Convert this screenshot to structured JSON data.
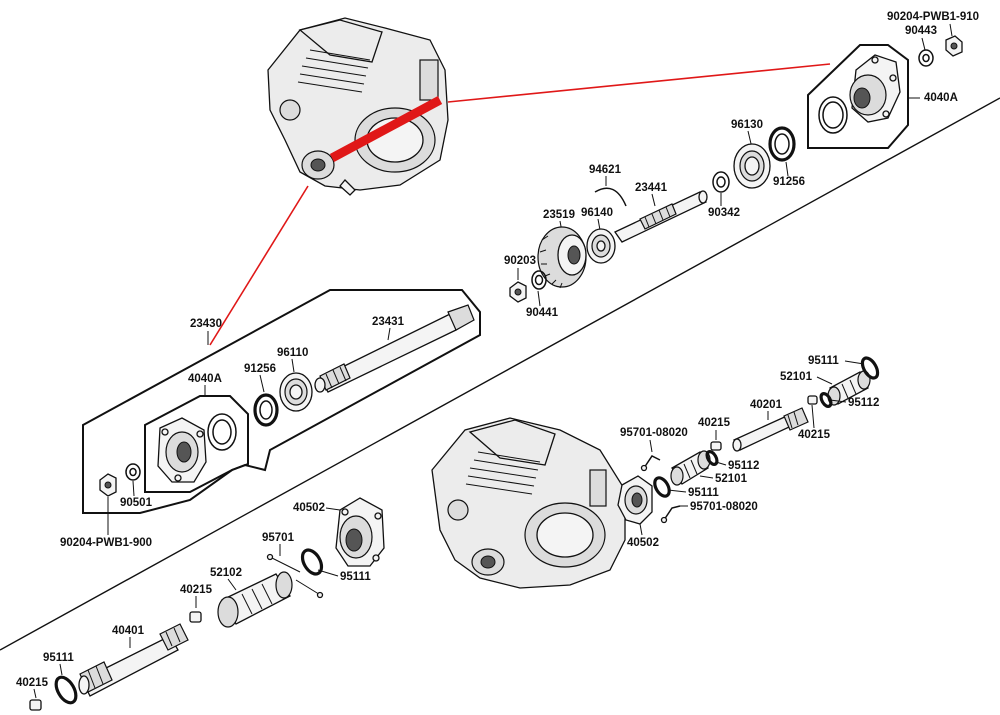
{
  "diagram": {
    "labels": {
      "p90204_pwb1_910": "90204-PWB1-910",
      "p90443": "90443",
      "p4040a_top": "4040A",
      "p96130": "96130",
      "p91256_top": "91256",
      "p94621": "94621",
      "p23441": "23441",
      "p90342": "90342",
      "p96140": "96140",
      "p23519": "23519",
      "p90203": "90203",
      "p90441": "90441",
      "p23430": "23430",
      "p23431": "23431",
      "p4040a_left": "4040A",
      "p91256_left": "91256",
      "p96110": "96110",
      "p90501": "90501",
      "p90204_pwb1_900": "90204-PWB1-900",
      "p95111_r1": "95111",
      "p52101_r1": "52101",
      "p95112_r1": "95112",
      "p40201": "40201",
      "p40215_r1": "40215",
      "p40215_r2": "40215",
      "p95701_08020_a": "95701-08020",
      "p95112_r2": "95112",
      "p52101_r2": "52101",
      "p95111_r2": "95111",
      "p95701_08020_b": "95701-08020",
      "p40502_r": "40502",
      "p40502_l": "40502",
      "p95701": "95701",
      "p95111_l1": "95111",
      "p52102": "52102",
      "p40215_l1": "40215",
      "p40401": "40401",
      "p95111_l2": "95111",
      "p40215_l2": "40215"
    }
  }
}
